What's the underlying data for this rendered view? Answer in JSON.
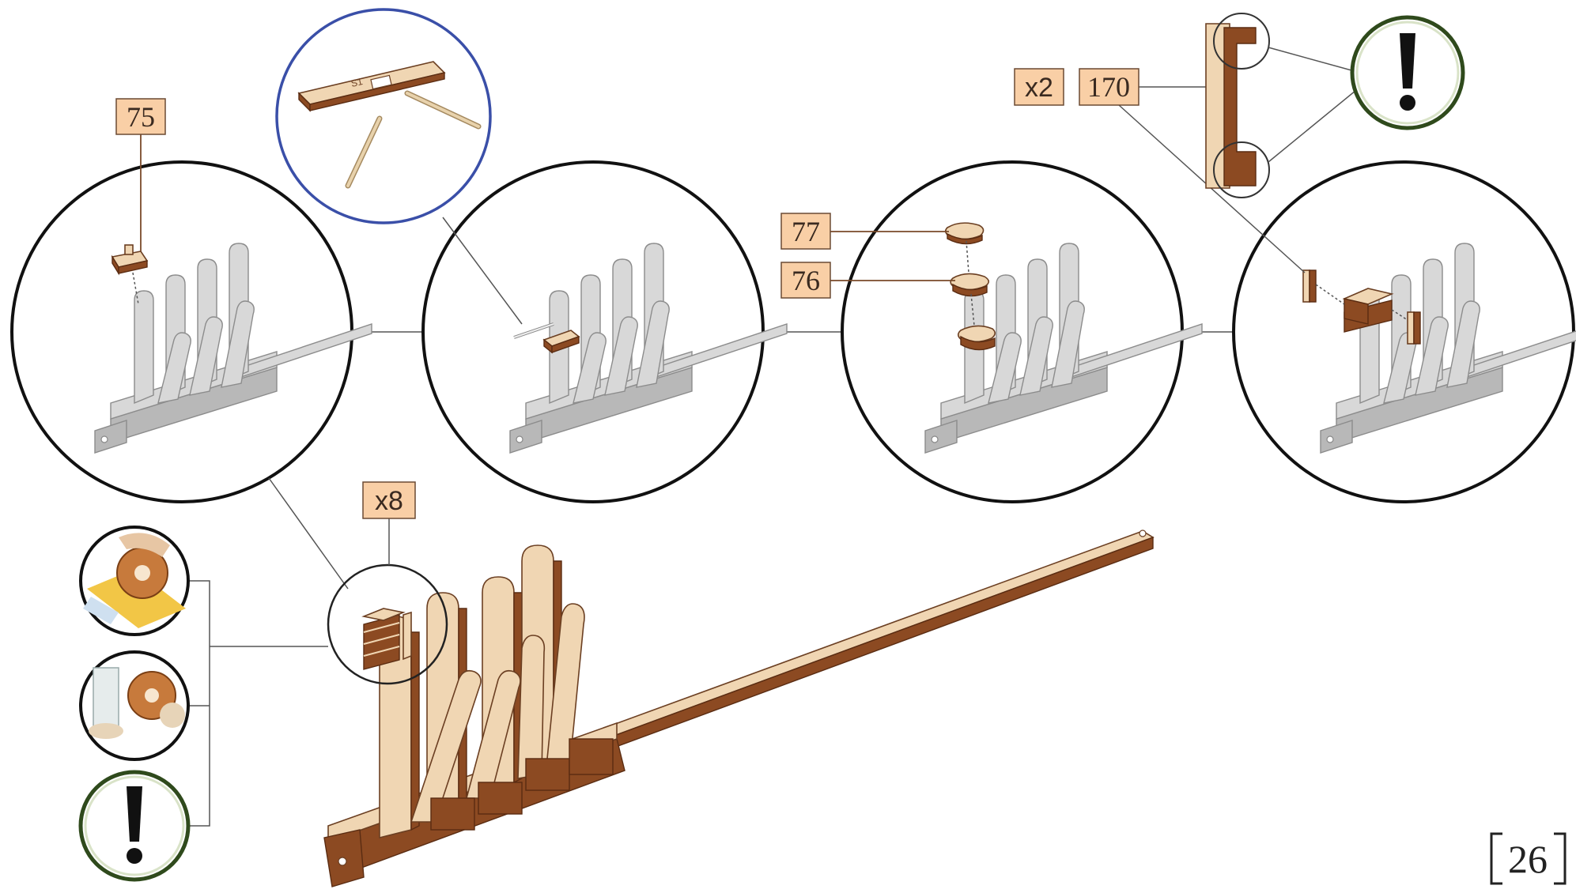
{
  "labels": {
    "part_75": "75",
    "part_77": "77",
    "part_76": "76",
    "part_170": "170",
    "qty_x2": "x2",
    "qty_x8": "x8"
  },
  "page_number": "26",
  "icons": {
    "warning": "exclamation-icon",
    "sanding_tip": "sandpaper-gear-icon",
    "wax_tip": "wax-gear-icon",
    "pin_detail": "pin-insertion-detail",
    "part_170_detail": "part-170-detail"
  },
  "colors": {
    "label_fill": "#f9cfa6",
    "wood_light": "#f0d6b3",
    "wood_dark": "#8c4a22",
    "grey_part": "#d8d8d8",
    "detail_circle_blue": "#3a4fa8",
    "warning_ring_green": "#2f4a1c"
  }
}
